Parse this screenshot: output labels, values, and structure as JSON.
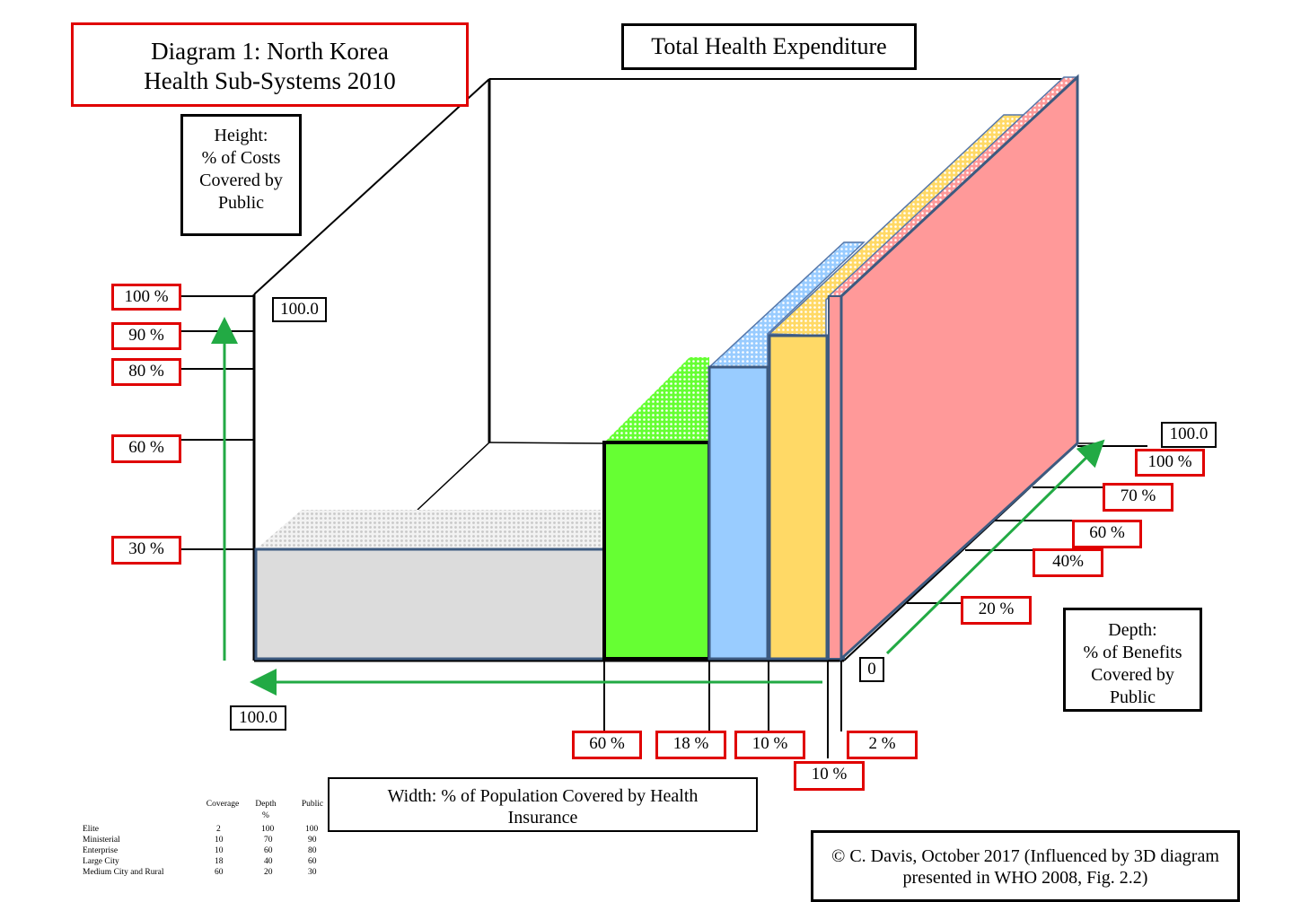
{
  "title": "Diagram 1: North Korea\nHealth Sub-Systems 2010",
  "top_label": "Total Health Expenditure",
  "height_axis_box": "Height:\n% of Costs\nCovered by\nPublic",
  "width_axis_box": "Width: % of Population Covered by Health\nInsurance",
  "depth_axis_box": "Depth:\n% of Benefits\nCovered by\nPublic",
  "credit": "© C. Davis, October 2017 (Influenced by 3D diagram\npresented in WHO 2008, Fig. 2.2)",
  "height_labels": [
    "100 %",
    "90 %",
    "80 %",
    "60 %",
    "30 %"
  ],
  "width_labels": [
    "60 %",
    "18 %",
    "10 %",
    "10 %",
    "2 %"
  ],
  "depth_labels": [
    "100 %",
    "70 %",
    "60 %",
    "40%",
    "20 %"
  ],
  "axis_values": {
    "height_max": "100.0",
    "width_max": "100.0",
    "depth_max": "100.0",
    "origin": "0"
  },
  "colors": {
    "medium_city_rural": "#dcdcdc",
    "large_city": "#66ff33",
    "enterprise": "#99ccff",
    "ministerial": "#ffd966",
    "elite": "#ff9999",
    "axis_arrow": "#22aa44",
    "label_border": "#e00000"
  },
  "table": {
    "headers": [
      "Coverage",
      "Depth\n%",
      "Public"
    ],
    "rows": [
      {
        "name": "Elite",
        "coverage": "2",
        "depth": "100",
        "public": "100"
      },
      {
        "name": "Ministerial",
        "coverage": "10",
        "depth": "70",
        "public": "90"
      },
      {
        "name": "Enterprise",
        "coverage": "10",
        "depth": "60",
        "public": "80"
      },
      {
        "name": "Large City",
        "coverage": "18",
        "depth": "40",
        "public": "60"
      },
      {
        "name": "Medium City and Rural",
        "coverage": "60",
        "depth": "20",
        "public": "30"
      }
    ]
  }
}
